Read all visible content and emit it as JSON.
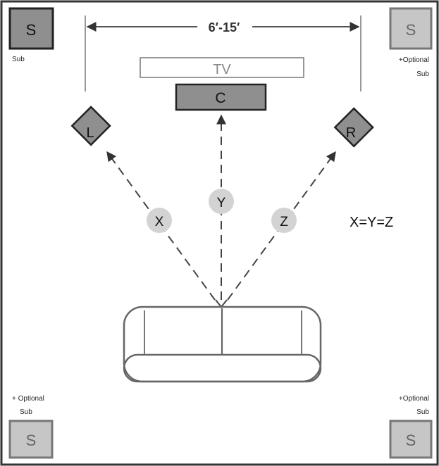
{
  "width_label": "6′-15′",
  "tv_label": "TV",
  "center_label": "C",
  "left_label": "L",
  "right_label": "R",
  "distance_x": "X",
  "distance_y": "Y",
  "distance_z": "Z",
  "equation": "X=Y=Z",
  "sub_main": {
    "letter": "S",
    "caption": "Sub"
  },
  "sub_top_right": {
    "letter": "S",
    "caption_line1": "+Optional",
    "caption_line2": "Sub"
  },
  "sub_bottom_left": {
    "letter": "S",
    "caption_line1": "+ Optional",
    "caption_line2": "Sub"
  },
  "sub_bottom_right": {
    "letter": "S",
    "caption_line1": "+Optional",
    "caption_line2": "Sub"
  },
  "colors": {
    "speaker_fill": "#8f8f8f",
    "optional_sub_fill": "#c6c6c6",
    "label_circle": "#d3d3d3",
    "stroke": "#222222",
    "couch_stroke": "#666666"
  }
}
